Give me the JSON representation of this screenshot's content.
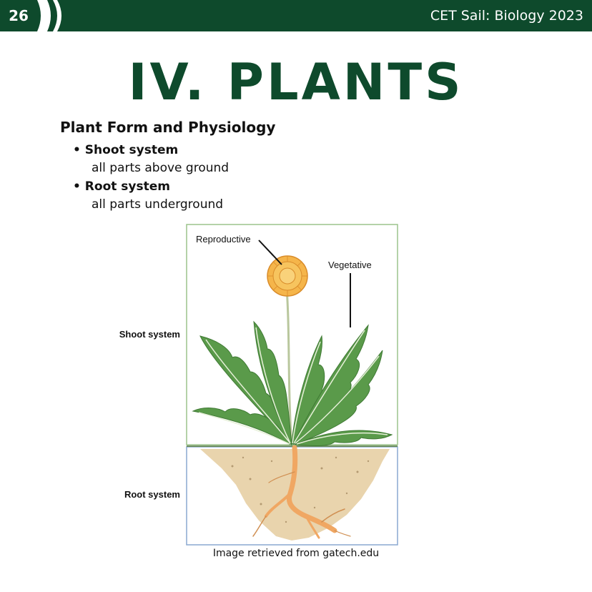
{
  "header": {
    "page_number": "26",
    "course_title": "CET Sail: Biology 2023"
  },
  "main_title": "IV. PLANTS",
  "section": {
    "title": "Plant Form and Physiology",
    "bullets": [
      {
        "label": "Shoot system",
        "description": "all parts above ground"
      },
      {
        "label": "Root system",
        "description": "all parts underground"
      }
    ]
  },
  "figure": {
    "labels": {
      "reproductive": "Reproductive",
      "vegetative": "Vegetative",
      "shoot_system": "Shoot system",
      "root_system": "Root system"
    }
  },
  "caption": "Image retrieved from gatech.edu",
  "colors": {
    "brand_green": "#0e4a2c",
    "leaf_green": "#5a9a4a",
    "flower_orange": "#f5b54a",
    "soil_tan": "#e9d4ad",
    "root_orange": "#f0a763"
  }
}
